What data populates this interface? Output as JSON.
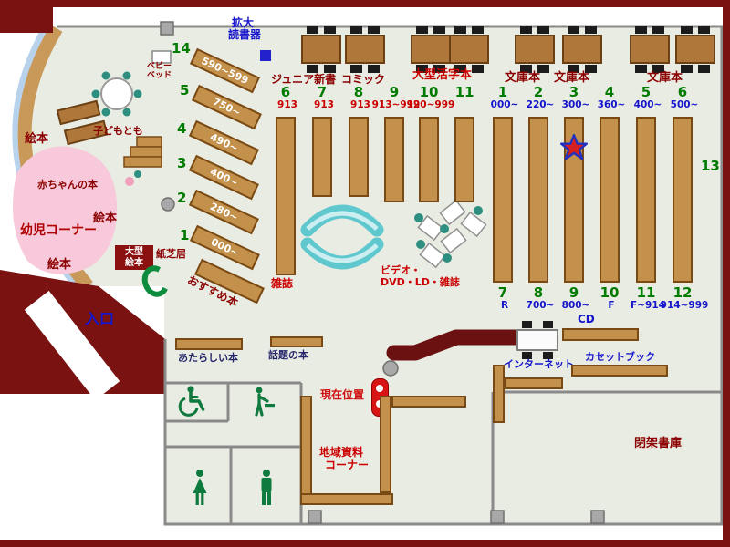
{
  "top_area": {
    "magnifier_line1": "拡大",
    "magnifier_line2": "読書器",
    "junior": "ジュニア新書",
    "comic": "コミック",
    "large_print": "大型活字本",
    "bunko_1": "文庫本",
    "bunko_2": "文庫本",
    "bunko_3": "文庫本"
  },
  "left_shelves": [
    {
      "num": "14",
      "range": "590~599"
    },
    {
      "num": "5",
      "range": "750~"
    },
    {
      "num": "4",
      "range": "490~"
    },
    {
      "num": "3",
      "range": "400~"
    },
    {
      "num": "2",
      "range": "280~"
    },
    {
      "num": "1",
      "range": "000~"
    }
  ],
  "mid_shelves": [
    {
      "num": "6",
      "range": "913"
    },
    {
      "num": "7",
      "range": "913"
    },
    {
      "num": "8",
      "range": "913"
    },
    {
      "num": "9",
      "range": "913~919"
    },
    {
      "num": "10",
      "range": "920~999"
    },
    {
      "num": "11",
      "range": ""
    }
  ],
  "right_shelves_top": [
    {
      "num": "1",
      "range": "000~"
    },
    {
      "num": "2",
      "range": "220~"
    },
    {
      "num": "3",
      "range": "300~"
    },
    {
      "num": "4",
      "range": "360~"
    },
    {
      "num": "5",
      "range": "400~"
    },
    {
      "num": "6",
      "range": "500~"
    }
  ],
  "right_shelves_bottom": [
    {
      "num": "7",
      "range": "R"
    },
    {
      "num": "8",
      "range": "700~"
    },
    {
      "num": "9",
      "range": "800~"
    },
    {
      "num": "10",
      "range": "F"
    },
    {
      "num": "11",
      "range": "F~914"
    },
    {
      "num": "12",
      "range": "914~999"
    }
  ],
  "shelf_13": "13",
  "center_labels": {
    "zasshi": "雑誌",
    "video_line1": "ビデオ・",
    "video_line2": "DVD・LD・雑誌"
  },
  "children": {
    "baby_bed_line1": "ベビー",
    "baby_bed_line2": "ベッド",
    "kodomo": "子どもとも",
    "baby_books": "赤ちゃんの本",
    "infant_corner": "幼児コーナー",
    "picture_books_1": "絵本",
    "picture_books_2": "絵本",
    "picture_books_3": "絵本",
    "large_picture_line1": "大型",
    "large_picture_line2": "絵本",
    "kamishibai": "紙芝居",
    "recommended": "おすすめ本"
  },
  "service": {
    "cd": "CD",
    "internet": "インターネット",
    "cassette": "カセットブック",
    "new_books": "あたらしい本",
    "topic_books": "話題の本",
    "current_location": "現在位置",
    "local_line1": "地域資料",
    "local_line2": "コーナー",
    "closed_stacks": "閉架書庫"
  },
  "entrance": "入口",
  "colors": {
    "wall_maroon": "#7a1212",
    "shelf_brown": "#c4914c",
    "floor": "#e9ece3",
    "number_green": "#007a00",
    "label_red": "#cc0000",
    "label_blue": "#1515cc",
    "arc_cyan": "#5fc8cf",
    "mat_pink": "#f7c9da"
  }
}
